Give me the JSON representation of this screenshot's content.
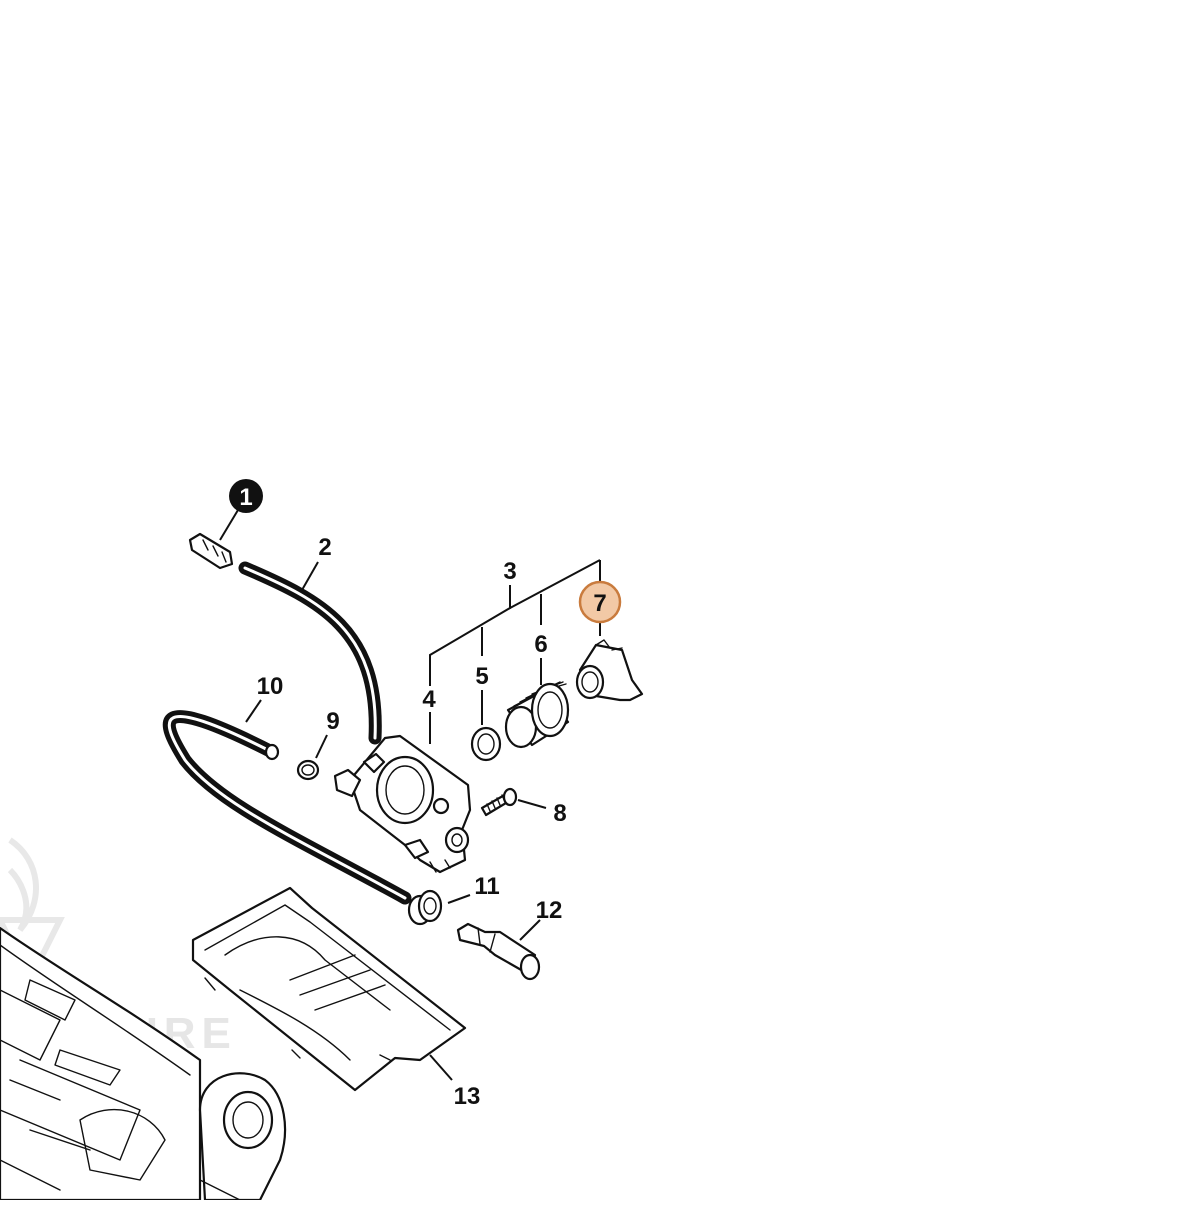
{
  "diagram": {
    "callouts": [
      {
        "id": "1",
        "label": "1",
        "style": "filled"
      },
      {
        "id": "2",
        "label": "2",
        "style": "plain"
      },
      {
        "id": "3",
        "label": "3",
        "style": "plain"
      },
      {
        "id": "4",
        "label": "4",
        "style": "plain"
      },
      {
        "id": "5",
        "label": "5",
        "style": "plain"
      },
      {
        "id": "6",
        "label": "6",
        "style": "plain"
      },
      {
        "id": "7",
        "label": "7",
        "style": "highlighted"
      },
      {
        "id": "8",
        "label": "8",
        "style": "plain"
      },
      {
        "id": "9",
        "label": "9",
        "style": "plain"
      },
      {
        "id": "10",
        "label": "10",
        "style": "plain"
      },
      {
        "id": "11",
        "label": "11",
        "style": "plain"
      },
      {
        "id": "12",
        "label": "12",
        "style": "plain"
      },
      {
        "id": "13",
        "label": "13",
        "style": "plain"
      }
    ],
    "watermark": "ENTURE",
    "colors": {
      "line": "#111111",
      "highlight_fill": "#f2c9a6",
      "highlight_stroke": "#c97b3d",
      "filled_badge": "#111111",
      "watermark": "#e6e6e6"
    }
  }
}
